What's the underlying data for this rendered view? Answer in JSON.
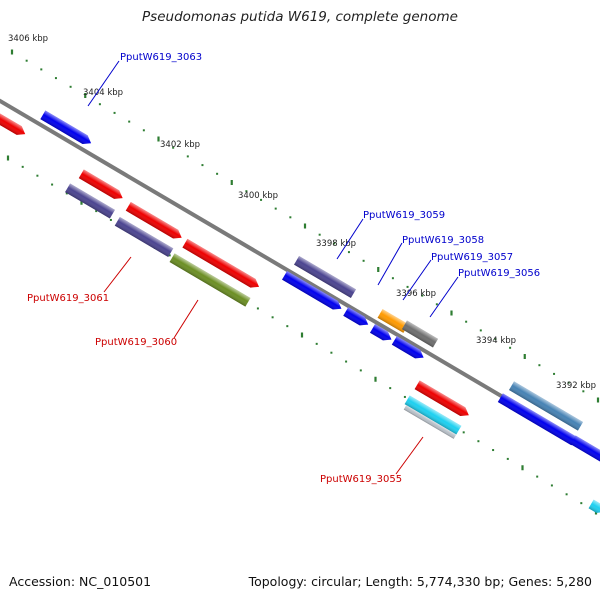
{
  "title": "Pseudomonas putida W619, complete genome",
  "footer": {
    "accession_label": "Accession:",
    "accession": "NC_010501",
    "topology_label": "Topology:",
    "topology": "circular",
    "length_label": "Length:",
    "length": "5,774,330 bp",
    "genes_label": "Genes:",
    "genes": "5,280"
  },
  "scale_ticks": [
    "3406 kbp",
    "3404 kbp",
    "3402 kbp",
    "3400 kbp",
    "3398 kbp",
    "3396 kbp",
    "3394 kbp",
    "3392 kbp"
  ],
  "gene_labels": [
    {
      "text": "PputW619_3063",
      "strand": "plus",
      "color": "#0000cc"
    },
    {
      "text": "PputW619_3061",
      "strand": "minus",
      "color": "#cc0000"
    },
    {
      "text": "PputW619_3060",
      "strand": "minus",
      "color": "#cc0000"
    },
    {
      "text": "PputW619_3059",
      "strand": "plus",
      "color": "#0000cc"
    },
    {
      "text": "PputW619_3058",
      "strand": "plus",
      "color": "#0000cc"
    },
    {
      "text": "PputW619_3057",
      "strand": "plus",
      "color": "#0000cc"
    },
    {
      "text": "PputW619_3056",
      "strand": "plus",
      "color": "#0000cc"
    },
    {
      "text": "PputW619_3055",
      "strand": "minus",
      "color": "#cc0000"
    }
  ],
  "colors": {
    "backbone": "#7a7a7a",
    "tick": "#2e7d32",
    "cds": "#0000ee",
    "rrna_red": "#ee0000",
    "cog_purple": "#4b4490",
    "cog_olive": "#6b8e23",
    "cog_orange": "#ff9a00",
    "cog_gray": "#6e6e6e",
    "cog_steel": "#4682b4",
    "cog_cyan": "#1ed0f0",
    "cog_lightgray": "#b8c0c8"
  }
}
